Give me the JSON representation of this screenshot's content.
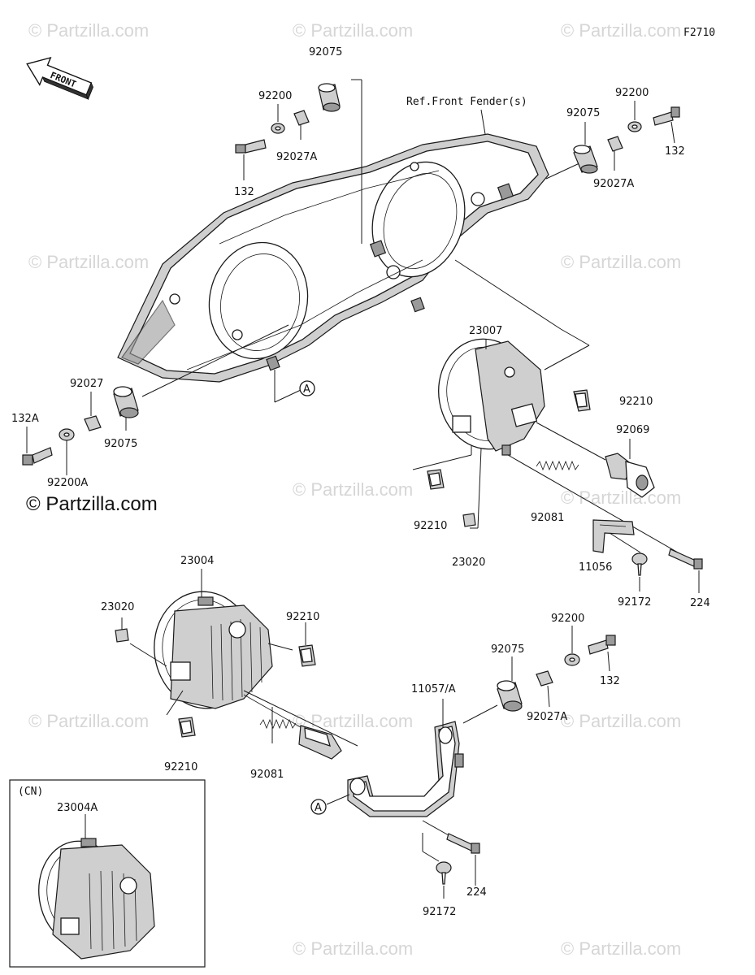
{
  "figure_code": "F2710",
  "front_arrow_label": "FRONT",
  "reference_note": "Ref.Front Fender(s)",
  "inset_label": "(CN)",
  "callout_letter": "A",
  "watermark_text": "© Partzilla.com",
  "watermark_strong_text": "© Partzilla.com",
  "parts": [
    {
      "id": "p92075_a",
      "text": "92075"
    },
    {
      "id": "p92200_a",
      "text": "92200"
    },
    {
      "id": "p92027A_a",
      "text": "92027A"
    },
    {
      "id": "p132_a",
      "text": "132"
    },
    {
      "id": "p92200_b",
      "text": "92200"
    },
    {
      "id": "p92075_b",
      "text": "92075"
    },
    {
      "id": "p132_b",
      "text": "132"
    },
    {
      "id": "p92027A_b",
      "text": "92027A"
    },
    {
      "id": "p92027",
      "text": "92027"
    },
    {
      "id": "p132A",
      "text": "132A"
    },
    {
      "id": "p92075_c",
      "text": "92075"
    },
    {
      "id": "p92200A",
      "text": "92200A"
    },
    {
      "id": "p23007",
      "text": "23007"
    },
    {
      "id": "p92210_a",
      "text": "92210"
    },
    {
      "id": "p92069",
      "text": "92069"
    },
    {
      "id": "p92210_b",
      "text": "92210"
    },
    {
      "id": "p92081_a",
      "text": "92081"
    },
    {
      "id": "p23020_a",
      "text": "23020"
    },
    {
      "id": "p11056",
      "text": "11056"
    },
    {
      "id": "p92172_a",
      "text": "92172"
    },
    {
      "id": "p224_a",
      "text": "224"
    },
    {
      "id": "p23004",
      "text": "23004"
    },
    {
      "id": "p23020_b",
      "text": "23020"
    },
    {
      "id": "p92210_c",
      "text": "92210"
    },
    {
      "id": "p92200_c",
      "text": "92200"
    },
    {
      "id": "p92075_d",
      "text": "92075"
    },
    {
      "id": "p132_c",
      "text": "132"
    },
    {
      "id": "p11057A",
      "text": "11057/A"
    },
    {
      "id": "p92027A_c",
      "text": "92027A"
    },
    {
      "id": "p92210_d",
      "text": "92210"
    },
    {
      "id": "p92081_b",
      "text": "92081"
    },
    {
      "id": "p23004A",
      "text": "23004A"
    },
    {
      "id": "p92172_b",
      "text": "92172"
    },
    {
      "id": "p224_b",
      "text": "224"
    }
  ]
}
